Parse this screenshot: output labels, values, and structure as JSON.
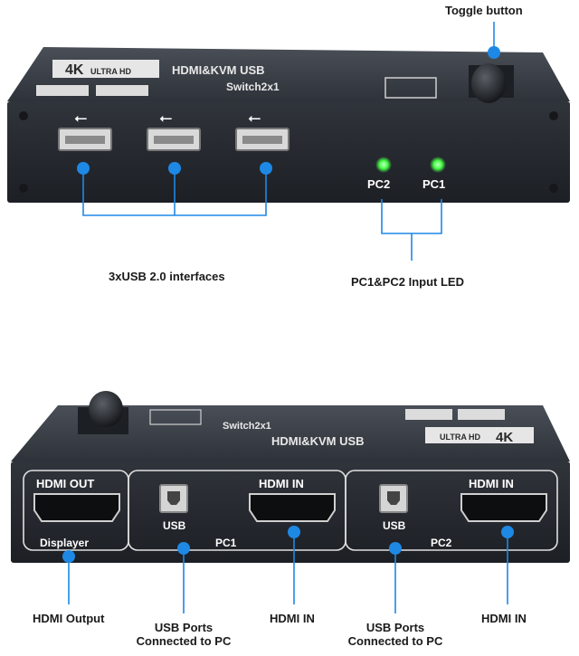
{
  "top_device": {
    "brand_badge": "4K",
    "brand_sub": "ULTRA HD",
    "title_line1": "HDMI&KVM USB",
    "title_line2": "Switch2x1",
    "led_labels": [
      "PC2",
      "PC1"
    ]
  },
  "bottom_device": {
    "brand_badge": "4K",
    "brand_sub": "ULTRA HD",
    "title_line1": "HDMI&KVM USB",
    "title_line2": "Switch2x1",
    "port_labels": {
      "hdmi_out": "HDMI OUT",
      "displayer": "Displayer",
      "usb_pc1": "USB",
      "hdmi_in_pc1": "HDMI IN",
      "pc1": "PC1",
      "usb_pc2": "USB",
      "hdmi_in_pc2": "HDMI IN",
      "pc2": "PC2"
    }
  },
  "callouts": {
    "toggle_button": "Toggle button",
    "usb_interfaces": "3xUSB 2.0 interfaces",
    "input_led": "PC1&PC2 Input LED",
    "hdmi_output": "HDMI Output",
    "usb_ports_pc1_line1": "USB Ports",
    "usb_ports_pc1_line2": "Connected to PC",
    "hdmi_in_1": "HDMI IN",
    "usb_ports_pc2_line1": "USB Ports",
    "usb_ports_pc2_line2": "Connected to PC",
    "hdmi_in_2": "HDMI IN"
  },
  "colors": {
    "marker": "#1e88e5",
    "chassis": "#2b2f36",
    "chassis_top": "#3a3f47",
    "led": "#4cff4c"
  }
}
